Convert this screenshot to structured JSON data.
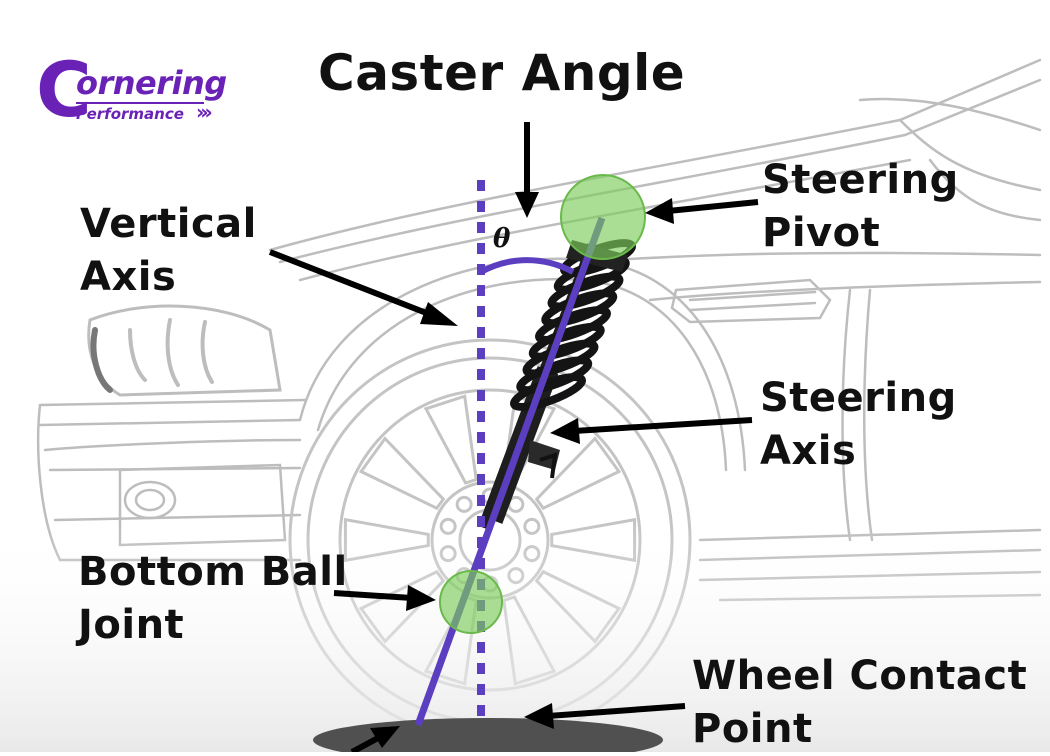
{
  "title": "Caster Angle",
  "logo": {
    "initial": "C",
    "word": "ornering",
    "sub": "Performance"
  },
  "theta_symbol": "θ",
  "labels": {
    "vertical_axis": "Vertical\nAxis",
    "steering_pivot": "Steering\nPivot",
    "steering_axis": "Steering\nAxis",
    "bottom_ball_joint": "Bottom Ball\nJoint",
    "wheel_contact_point": "Wheel Contact\nPoint"
  },
  "colors": {
    "axis_purple": "#5b3fc0",
    "marker_green": "#7ccd5a",
    "logo_purple": "#6a22b6",
    "contact_shadow": "#505050"
  }
}
